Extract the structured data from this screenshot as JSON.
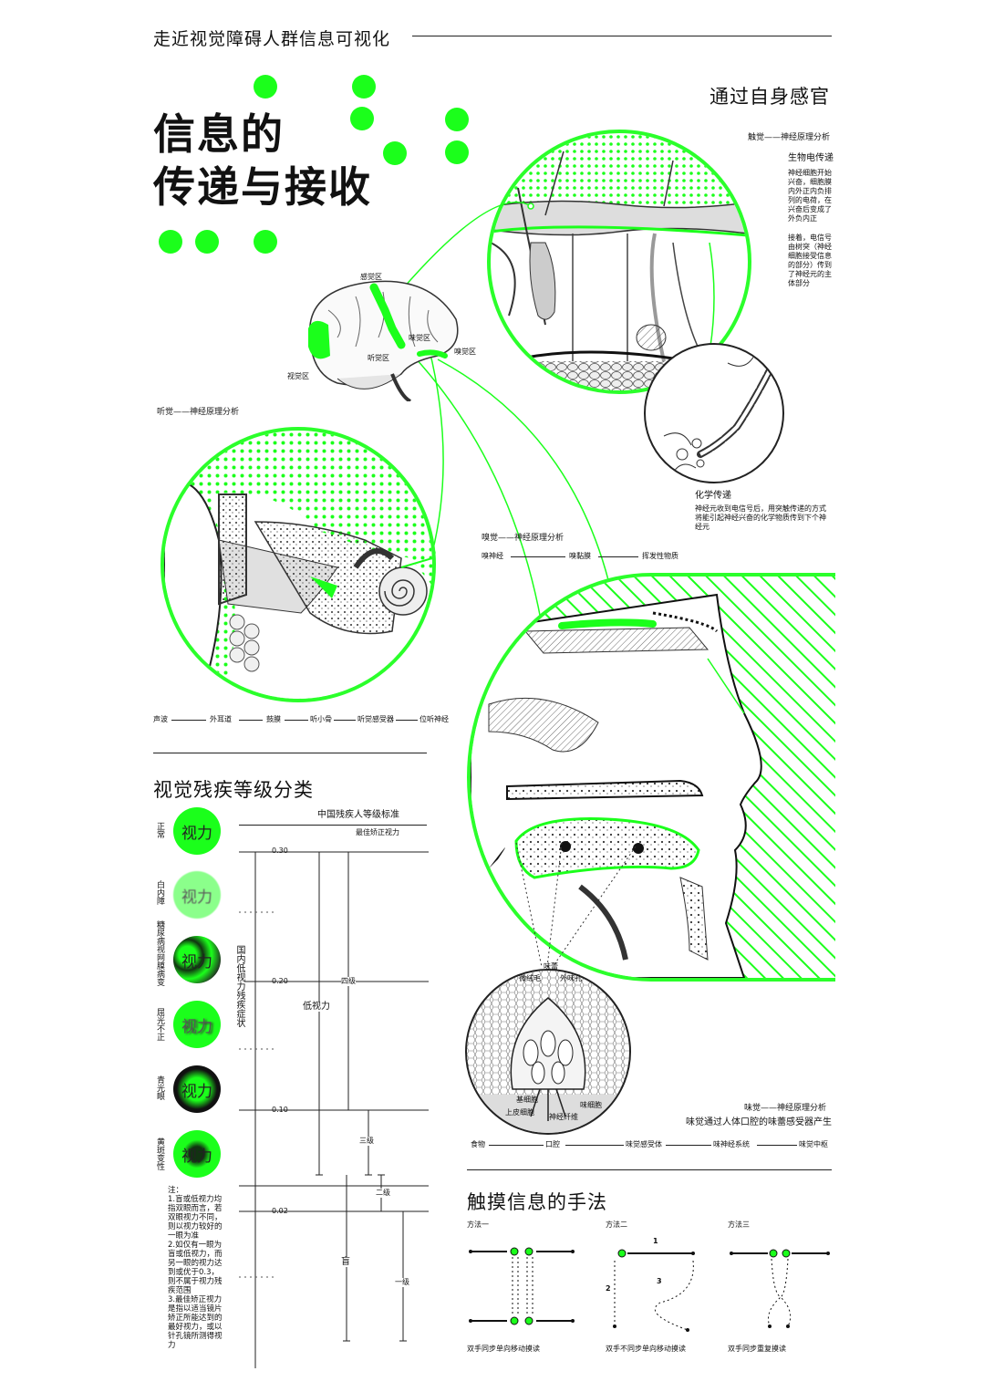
{
  "header": {
    "title": "走近视觉障碍人群信息可视化"
  },
  "main_title": {
    "line1": "信息的",
    "line2": "传递与接收"
  },
  "section_senses": {
    "title": "通过自身感官"
  },
  "touch": {
    "heading": "触觉——神经原理分析",
    "sub1": "生物电传递",
    "text1": "神经细胞开始兴奋，细胞膜内外正内负排列的电荷，在兴奋后变成了外负内正",
    "text2": "接着，电信号由树突（神经细胞接受信息的部分）传到了神经元的主体部分",
    "sub2": "化学传递",
    "text3": "神经元收到电信号后，用突触传递的方式将能引起神经兴奋的化学物质传到下个神经元"
  },
  "brain_labels": {
    "sense": "感觉区",
    "taste": "味觉区",
    "hearing": "听觉区",
    "smell": "嗅觉区",
    "vision": "视觉区"
  },
  "hearing": {
    "heading": "听觉——神经原理分析",
    "flow": [
      "声波",
      "外耳道",
      "鼓膜",
      "听小骨",
      "听觉感受器",
      "位听神经"
    ]
  },
  "smell": {
    "heading": "嗅觉——神经原理分析",
    "flow": [
      "嗅神经",
      "嗅黏膜",
      "挥发性物质"
    ]
  },
  "taste": {
    "heading": "味觉——神经原理分析",
    "desc": "味觉通过人体口腔的味蕾感受器产生",
    "bud_labels": {
      "bud": "味蕾",
      "microvilli": "微绒毛",
      "pore": "外味孔",
      "basal": "基细胞",
      "epithelial": "上皮细胞",
      "fiber": "神经纤维",
      "taste_cell": "味细胞"
    },
    "flow": [
      "食物",
      "口腔",
      "味觉感受体",
      "味神经系统",
      "味觉中枢"
    ]
  },
  "grading": {
    "title": "视觉残疾等级分类",
    "standard": "中国残疾人等级标准",
    "best": "最佳矫正视力",
    "ticks": [
      "0.30",
      "0.20",
      "0.10",
      "0.02"
    ],
    "vertical_label": "国内低视力残疾症状",
    "low_vision": "低视力",
    "blind": "盲",
    "levels": [
      "四级",
      "三级",
      "二级",
      "一级"
    ],
    "conditions": [
      {
        "name": "正常",
        "label": "视力"
      },
      {
        "name": "白内障",
        "label": "视力"
      },
      {
        "name": "糖尿病视网膜病变",
        "label": "视力"
      },
      {
        "name": "屈光不正",
        "label": "视力"
      },
      {
        "name": "青光眼",
        "label": "视力"
      },
      {
        "name": "黄斑变性",
        "label": "视力"
      }
    ],
    "notes": [
      "注：",
      "1.盲或低视力均指双眼而言，若双眼视力不同，则以视力较好的一眼为准",
      "2.如仅有一眼为盲或低视力，而另一眼的视力达到或优于0.3，则不属于视力残疾范围",
      "3.最佳矫正视力是指以适当镜片矫正所能达到的最好视力，或以针孔镜所测得视力"
    ]
  },
  "touch_methods": {
    "title": "触摸信息的手法",
    "methods": [
      {
        "name": "方法一",
        "caption": "双手同步单向移动摸读"
      },
      {
        "name": "方法二",
        "caption": "双手不同步单向移动摸读",
        "steps": [
          "1",
          "2",
          "3"
        ]
      },
      {
        "name": "方法三",
        "caption": "双手同步重复摸读"
      }
    ]
  },
  "colors": {
    "accent": "#1bff1b",
    "ink": "#111111"
  }
}
